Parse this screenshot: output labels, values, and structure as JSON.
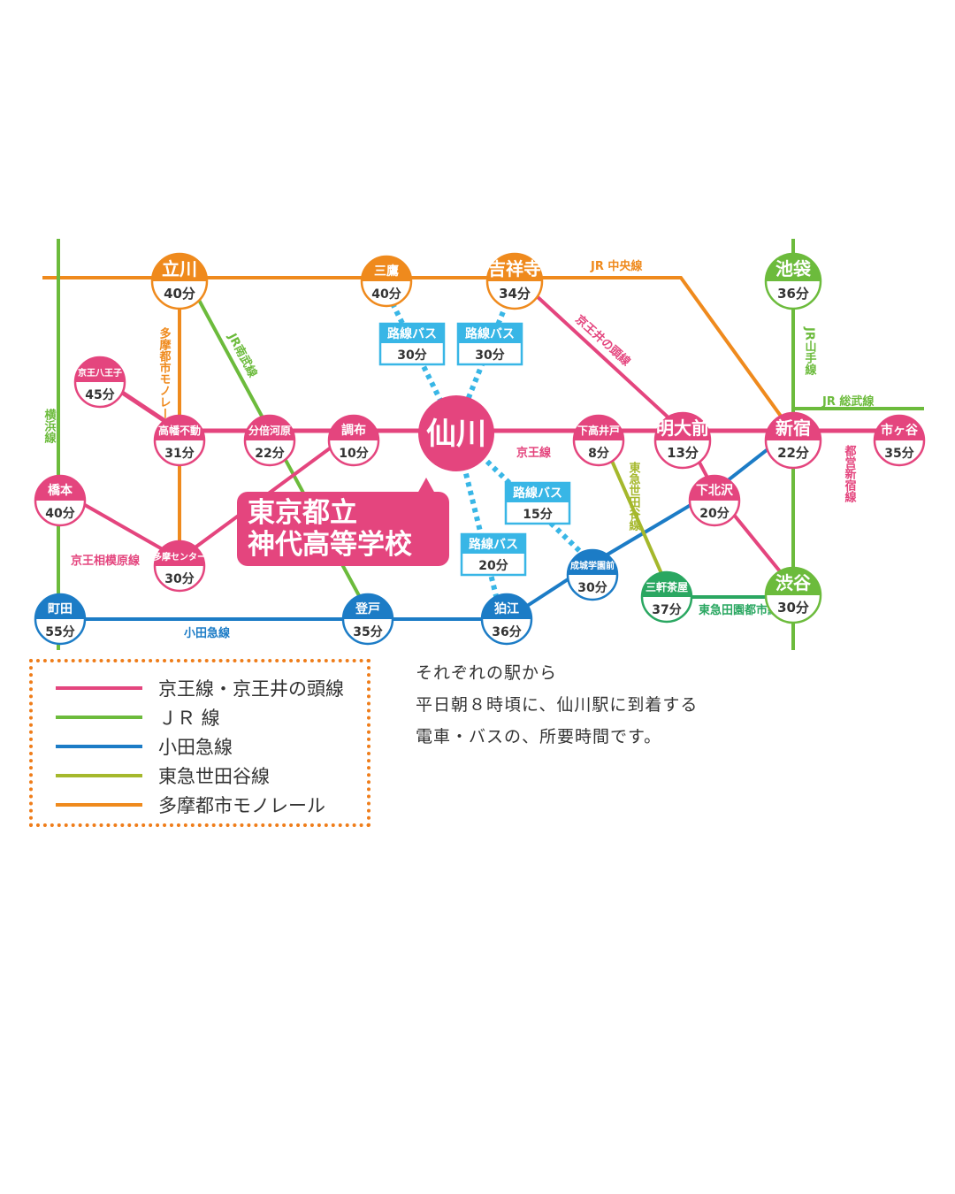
{
  "colors": {
    "keio": "#e4457e",
    "jr": "#6cbb3c",
    "odakyu": "#1c7cc6",
    "tokyu": "#a5b82c",
    "monorail": "#ef8a1d",
    "bus": "#38b6e6",
    "yamanote": "#6cbb3c",
    "denentoshi": "#2aa761"
  },
  "lines": {
    "chuo": "JR 中央線",
    "tama_monorail": "多摩都市モノレール",
    "nambu": "JR南武線",
    "yokohama": "横浜線",
    "inokashira": "京王井の頭線",
    "yamanote": "JR山手線",
    "sobu": "JR 総武線",
    "keio": "京王線",
    "toei_shinjuku": "都営新宿線",
    "setagaya": "東急世田谷線",
    "sagamihara": "京王相模原線",
    "odakyu": "小田急線",
    "denentoshi": "東急田園都市線"
  },
  "stations": {
    "tachikawa": {
      "name": "立川",
      "time": "40分"
    },
    "mitaka": {
      "name": "三鷹",
      "time": "40分"
    },
    "kichijoji": {
      "name": "吉祥寺",
      "time": "34分"
    },
    "ikebukuro": {
      "name": "池袋",
      "time": "36分"
    },
    "keio_hachioji": {
      "name": "京王八王子",
      "time": "45分"
    },
    "takahatafudo": {
      "name": "高幡不動",
      "time": "31分"
    },
    "bubaigawara": {
      "name": "分倍河原",
      "time": "22分"
    },
    "chofu": {
      "name": "調布",
      "time": "10分"
    },
    "sengawa": {
      "name": "仙川"
    },
    "shimotakaido": {
      "name": "下高井戸",
      "time": "8分"
    },
    "meidaimae": {
      "name": "明大前",
      "time": "13分"
    },
    "shinjuku": {
      "name": "新宿",
      "time": "22分"
    },
    "ichigaya": {
      "name": "市ヶ谷",
      "time": "35分"
    },
    "hashimoto": {
      "name": "橋本",
      "time": "40分"
    },
    "tama_center": {
      "name": "多摩センター",
      "time": "30分"
    },
    "shimokitazawa": {
      "name": "下北沢",
      "time": "20分"
    },
    "seijogakuenmae": {
      "name": "成城学園前",
      "time": "30分"
    },
    "sangenjaya": {
      "name": "三軒茶屋",
      "time": "37分"
    },
    "shibuya": {
      "name": "渋谷",
      "time": "30分"
    },
    "machida": {
      "name": "町田",
      "time": "55分"
    },
    "noborito": {
      "name": "登戸",
      "time": "35分"
    },
    "komae": {
      "name": "狛江",
      "time": "36分"
    }
  },
  "buses": {
    "mitaka": {
      "label": "路線バス",
      "time": "30分"
    },
    "kichijoji": {
      "label": "路線バス",
      "time": "30分"
    },
    "seijo": {
      "label": "路線バス",
      "time": "15分"
    },
    "komae": {
      "label": "路線バス",
      "time": "20分"
    }
  },
  "school": {
    "line1": "東京都立",
    "line2": "神代高等学校"
  },
  "legend": [
    {
      "label": "京王線・京王井の頭線",
      "color": "#e4457e"
    },
    {
      "label": "ＪＲ 線",
      "color": "#6cbb3c"
    },
    {
      "label": "小田急線",
      "color": "#1c7cc6"
    },
    {
      "label": "東急世田谷線",
      "color": "#a5b82c"
    },
    {
      "label": "多摩都市モノレール",
      "color": "#ef8a1d"
    }
  ],
  "note": [
    "それぞれの駅から",
    "平日朝８時頃に、仙川駅に到着する",
    "電車・バスの、所要時間です。"
  ]
}
